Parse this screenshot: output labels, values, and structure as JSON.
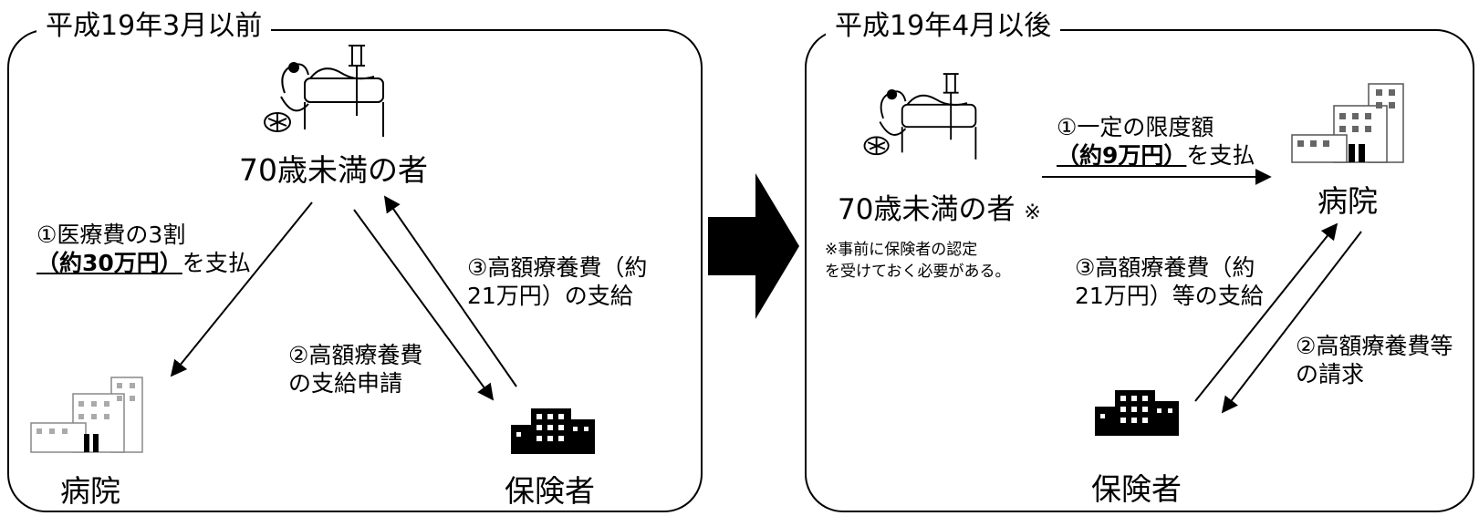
{
  "left": {
    "title": "平成19年3月以前",
    "patient_label": "70歳未満の者",
    "hospital_label": "病院",
    "insurer_label": "保険者",
    "step1_line1": "①医療費の3割",
    "step1_amount": "（約30万円）",
    "step1_tail": "を支払",
    "step2_line1": "②高額療養費",
    "step2_line2": "の支給申請",
    "step3_line1": "③高額療養費（約",
    "step3_line2": "21万円）の支給"
  },
  "right": {
    "title": "平成19年4月以後",
    "patient_label": "70歳未満の者",
    "patient_mark": "※",
    "note_line1": "※事前に保険者の認定",
    "note_line2": "を受けておく必要がある。",
    "hospital_label": "病院",
    "insurer_label": "保険者",
    "step1_line1": "①一定の限度額",
    "step1_amount": "（約9万円）",
    "step1_tail": "を支払",
    "step2_line1": "②高額療養費等",
    "step2_line2": "の請求",
    "step3_line1": "③高額療養費（約",
    "step3_line2": "21万円）等の支給"
  }
}
